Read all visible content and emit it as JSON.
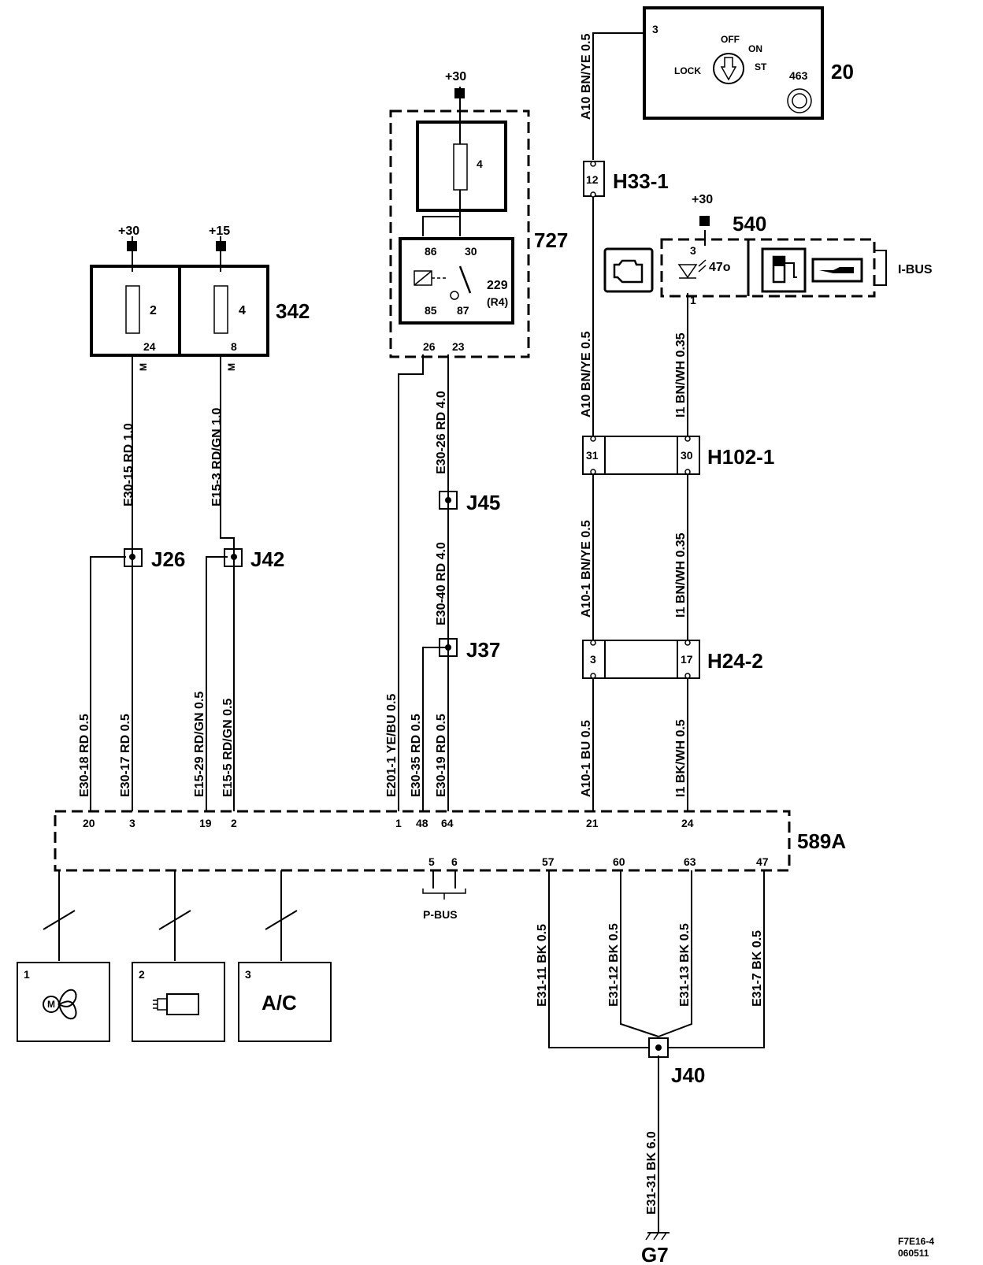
{
  "drawing_id": [
    "F7E16-4",
    "060511"
  ],
  "supplies": {
    "b30": "+30",
    "b15": "+15"
  },
  "components": {
    "c342": {
      "id": "342",
      "fuses": [
        {
          "num": "2",
          "pin": "24",
          "tag": "M"
        },
        {
          "num": "4",
          "pin": "8",
          "tag": "M"
        }
      ]
    },
    "c727": {
      "id": "727",
      "fuse": "4",
      "relay": "229",
      "relay_sub": "(R4)",
      "pins": [
        "86",
        "30",
        "85",
        "87"
      ],
      "out_pins": [
        "26",
        "23"
      ]
    },
    "c20": {
      "id": "20",
      "pin": "3",
      "labels": [
        "OFF",
        "ON",
        "ST",
        "LOCK"
      ],
      "part": "463"
    },
    "c540": {
      "id": "540",
      "lamp": "47o",
      "pins": [
        "3",
        "1"
      ],
      "bus": "I-BUS"
    },
    "c589a": {
      "id": "589A",
      "top_pins": [
        "20",
        "3",
        "19",
        "2",
        "1",
        "48",
        "64",
        "21",
        "24"
      ],
      "bottom_pins": [
        "5",
        "6",
        "57",
        "60",
        "63",
        "47"
      ],
      "pbus": "P-BUS"
    },
    "loads": [
      {
        "num": "1"
      },
      {
        "num": "2"
      },
      {
        "num": "3",
        "label": "A/C"
      }
    ],
    "ground": "G7"
  },
  "connectors": {
    "h33": {
      "id": "H33-1",
      "pin": "12"
    },
    "h102": {
      "id": "H102-1",
      "pins": [
        "31",
        "30"
      ]
    },
    "h24": {
      "id": "H24-2",
      "pins": [
        "3",
        "17"
      ]
    }
  },
  "splices": [
    "J26",
    "J42",
    "J45",
    "J37",
    "J40"
  ],
  "wires": [
    "E30-15  RD  1.0",
    "E15-3  RD/GN  1.0",
    "E30-26  RD  4.0",
    "E30-40  RD  4.0",
    "A10  BN/YE 0.5",
    "A10  BN/YE 0.5",
    "I1  BN/WH  0.35",
    "A10-1 BN/YE  0.5",
    "I1  BN/WH  0.35",
    "E30-18  RD  0.5",
    "E30-17  RD  0.5",
    "E15-29  RD/GN  0.5",
    "E15-5  RD/GN  0.5",
    "E201-1  YE/BU  0.5",
    "E30-35  RD  0.5",
    "E30-19  RD  0.5",
    "A10-1 BU  0.5",
    "I1  BK/WH  0.5",
    "E31-11  BK  0.5",
    "E31-12  BK  0.5",
    "E31-13  BK  0.5",
    "E31-7  BK  0.5",
    "E31-31  BK  6.0"
  ]
}
